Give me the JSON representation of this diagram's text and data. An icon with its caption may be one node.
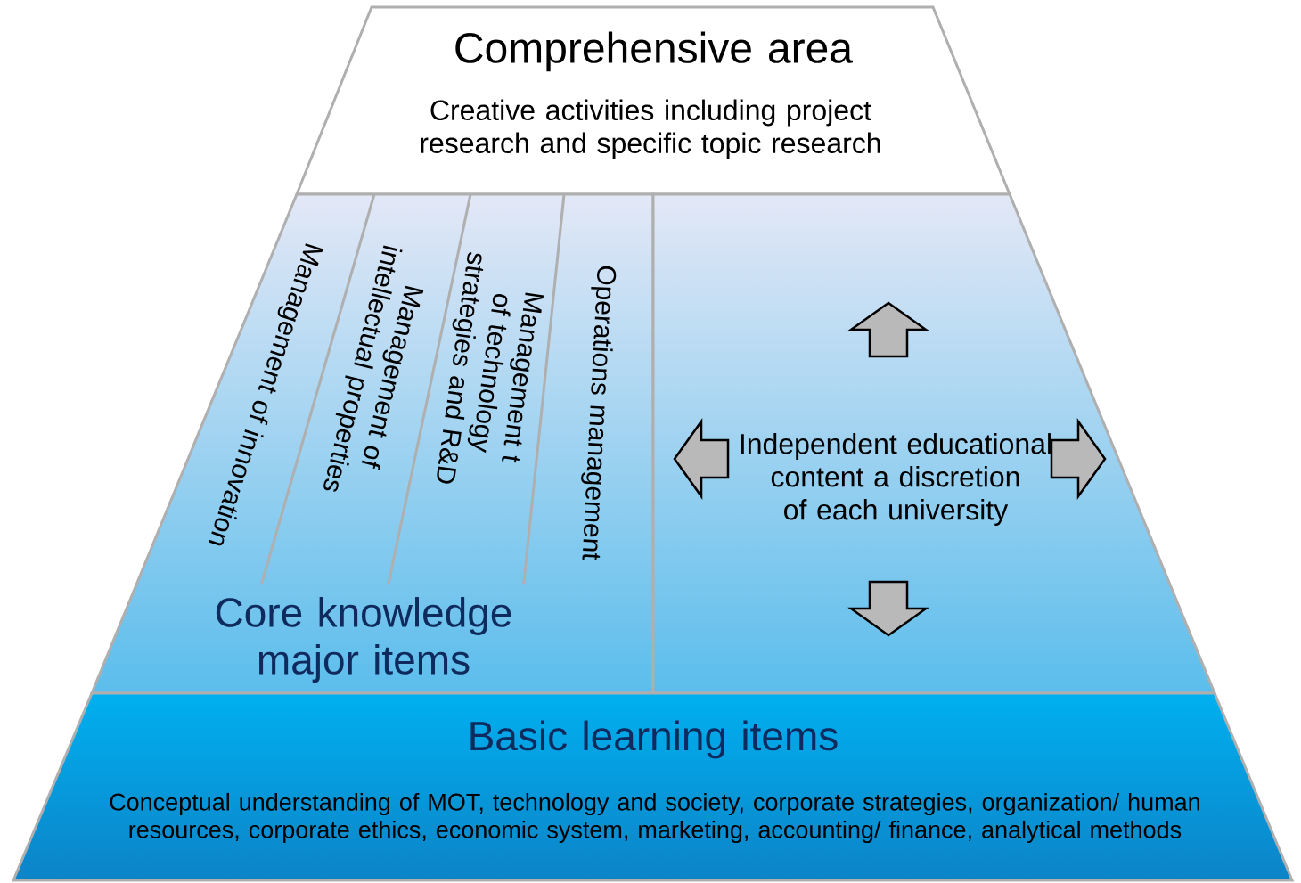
{
  "diagram": {
    "nodes": [
      {
        "text": [
          "Comprehensive area",
          "Creative activities including project research and specific topic research"
        ]
      },
      {
        "text": [
          "Core knowledge major items"
        ]
      },
      {
        "text": [
          "Management of innovation"
        ],
        "in": 1
      },
      {
        "text": [
          "Management of intellectual properties"
        ],
        "in": 1
      },
      {
        "text": [
          "Management t of technology strategies and R&D"
        ],
        "in": 1
      },
      {
        "text": [
          "Operations management"
        ],
        "in": 1
      },
      {
        "text": [
          "Independent educational content a discretion of each university"
        ]
      },
      {
        "text": [
          "Basic learning items",
          "Conceptual understanding of MOT, technology and society, corporate strategies, organization/ human resources,  corporate ethics, economic system, marketing, accounting/ finance, analytical methods"
        ]
      }
    ]
  }
}
